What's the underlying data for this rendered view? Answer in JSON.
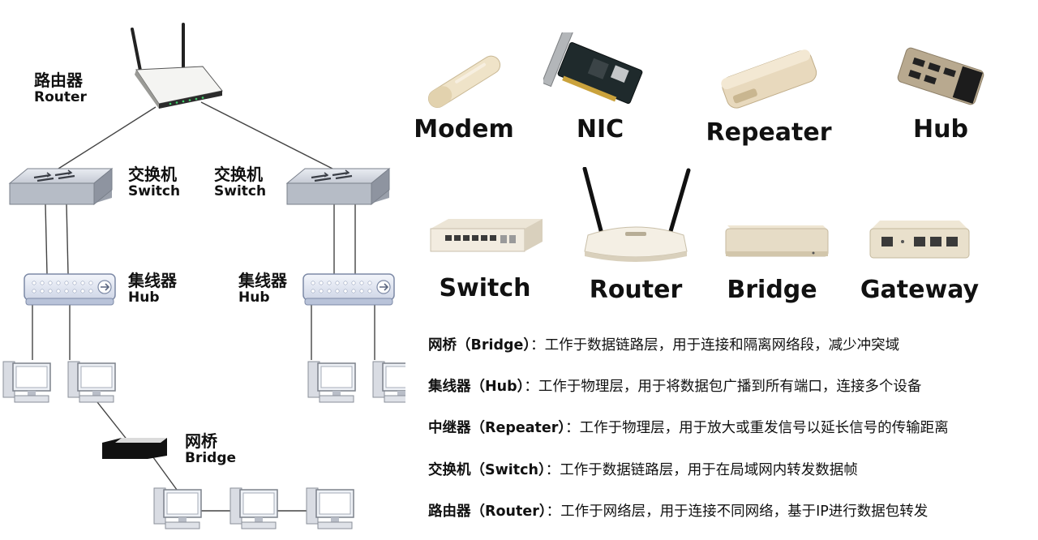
{
  "topology": {
    "router": {
      "zh": "路由器",
      "en": "Router"
    },
    "switch_left": {
      "zh": "交换机",
      "en": "Switch"
    },
    "switch_right": {
      "zh": "交换机",
      "en": "Switch"
    },
    "hub_left": {
      "zh": "集线器",
      "en": "Hub"
    },
    "hub_right": {
      "zh": "集线器",
      "en": "Hub"
    },
    "bridge": {
      "zh": "网桥",
      "en": "Bridge"
    }
  },
  "devices": [
    {
      "name": "Modem",
      "icon": "modem-icon"
    },
    {
      "name": "NIC",
      "icon": "nic-icon"
    },
    {
      "name": "Repeater",
      "icon": "repeater-icon"
    },
    {
      "name": "Hub",
      "icon": "hub-device-icon"
    },
    {
      "name": "Switch",
      "icon": "switch-device-icon"
    },
    {
      "name": "Router",
      "icon": "router-device-icon"
    },
    {
      "name": "Bridge",
      "icon": "bridge-device-icon"
    },
    {
      "name": "Gateway",
      "icon": "gateway-device-icon"
    }
  ],
  "descriptions": [
    {
      "term": "网桥（Bridge）",
      "text": "：工作于数据链路层，用于连接和隔离网络段，减少冲突域"
    },
    {
      "term": "集线器（Hub）",
      "text": "：工作于物理层，用于将数据包广播到所有端口，连接多个设备"
    },
    {
      "term": "中继器（Repeater）",
      "text": "：工作于物理层，用于放大或重发信号以延长信号的传输距离"
    },
    {
      "term": "交换机（Switch）",
      "text": "：工作于数据链路层，用于在局域网内转发数据帧"
    },
    {
      "term": "路由器（Router）",
      "text": "：工作于网络层，用于连接不同网络，基于IP进行数据包转发"
    }
  ]
}
